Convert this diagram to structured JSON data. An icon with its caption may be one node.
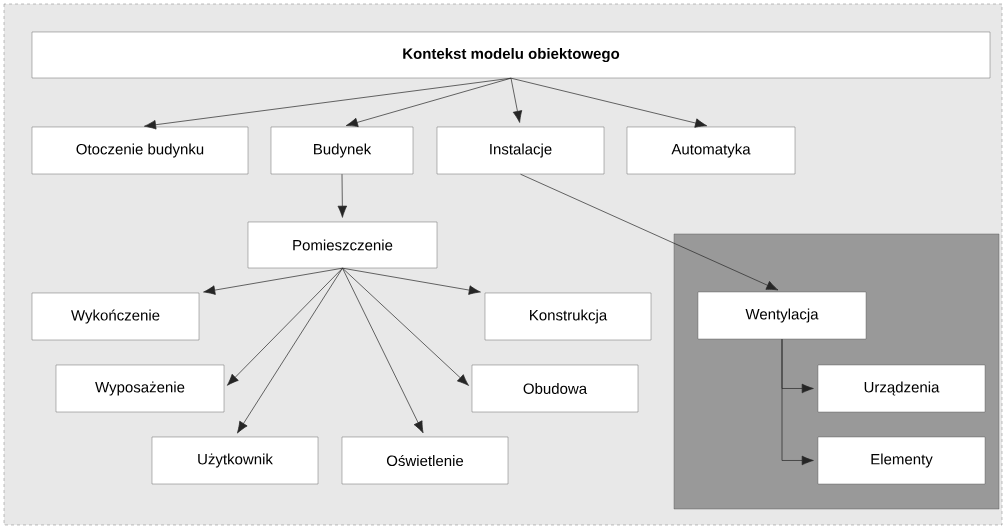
{
  "diagram": {
    "nodes": [
      {
        "text": [
          "Kontekst modelu obiektowego"
        ]
      },
      {
        "text": [
          "Otoczenie budynku"
        ]
      },
      {
        "text": [
          "Budynek"
        ]
      },
      {
        "text": [
          "Instalacje"
        ]
      },
      {
        "text": [
          "Automatyka"
        ]
      },
      {
        "text": [
          "Pomieszczenie"
        ]
      },
      {
        "text": [],
        "shape": "box"
      },
      {
        "text": [
          "Wentylacja"
        ],
        "in": 6
      },
      {
        "text": [
          "Wykończenie"
        ]
      },
      {
        "text": [
          "Konstrukcja"
        ]
      },
      {
        "text": [
          "Wyposażenie"
        ]
      },
      {
        "text": [
          "Obudowa"
        ]
      },
      {
        "text": [
          "Użytkownik"
        ]
      },
      {
        "text": [
          "Oświetlenie"
        ]
      },
      {
        "text": [
          "Urządzenia"
        ],
        "in": 6
      },
      {
        "text": [
          "Elementy"
        ],
        "in": 6
      }
    ],
    "edges": [
      {
        "from": 0,
        "to": 1,
        "arrow": "to"
      },
      {
        "from": 0,
        "to": 2,
        "arrow": "to"
      },
      {
        "from": 0,
        "to": 3,
        "arrow": "to"
      },
      {
        "from": 0,
        "to": 4,
        "arrow": "to"
      },
      {
        "from": 2,
        "to": 5,
        "arrow": "to"
      },
      {
        "from": 3,
        "to": 7,
        "arrow": "to"
      },
      {
        "from": 5,
        "to": 8,
        "arrow": "to"
      },
      {
        "from": 5,
        "to": 9,
        "arrow": "to"
      },
      {
        "from": 5,
        "to": 10,
        "arrow": "to"
      },
      {
        "from": 5,
        "to": 11,
        "arrow": "to"
      },
      {
        "from": 5,
        "to": 12,
        "arrow": "to"
      },
      {
        "from": 5,
        "to": 13,
        "arrow": "to"
      },
      {
        "from": 7,
        "to": 14,
        "arrow": "to"
      },
      {
        "from": 7,
        "to": 15,
        "arrow": "to"
      }
    ]
  }
}
